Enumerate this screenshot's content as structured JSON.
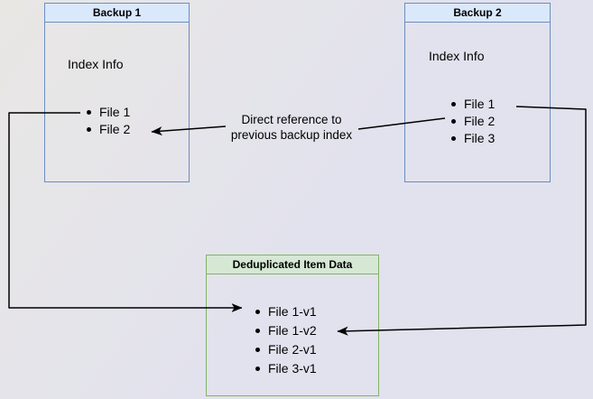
{
  "boxes": {
    "backup1": {
      "title": "Backup 1",
      "subtitle": "Index Info",
      "items": [
        "File 1",
        "File 2"
      ]
    },
    "backup2": {
      "title": "Backup 2",
      "subtitle": "Index Info",
      "items": [
        "File 1",
        "File 2",
        "File 3"
      ]
    },
    "dedup": {
      "title": "Deduplicated Item Data",
      "items": [
        "File 1-v1",
        "File 1-v2",
        "File 2-v1",
        "File 3-v1"
      ]
    }
  },
  "annotation": {
    "label": "Direct reference to previous backup index"
  },
  "colors": {
    "backup_header_fill": "#dae8fc",
    "backup_border": "#6c8ebf",
    "dedup_header_fill": "#d5e8d4",
    "dedup_border": "#82b366",
    "connector": "#000000",
    "text": "#000000",
    "background_start": "#e9e7e4",
    "background_end": "#e2e2ee"
  }
}
